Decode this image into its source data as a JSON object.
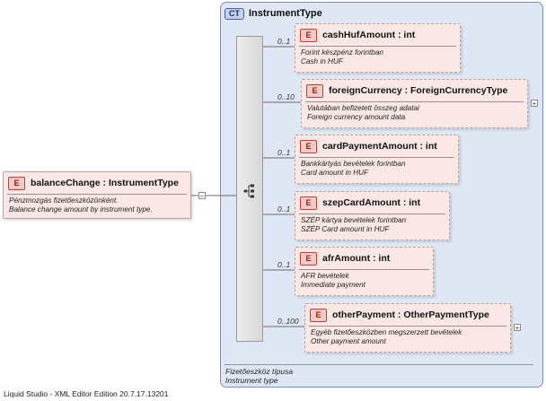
{
  "root_element": {
    "badge": "E",
    "name": "balanceChange : InstrumentType",
    "doc": [
      "Pénzmozgás fizetőeszközönként.",
      "Balance change amount by instrument type."
    ]
  },
  "complex_type": {
    "badge": "CT",
    "title": "InstrumentType",
    "doc": [
      "Fizetőeszköz típusa",
      "Instrument type"
    ]
  },
  "children": [
    {
      "badge": "E",
      "cardinality": "0..1",
      "name": "cashHufAmount : int",
      "doc": [
        "Forint készpénz forintban",
        "Cash in HUF"
      ],
      "expandable": false
    },
    {
      "badge": "E",
      "cardinality": "0..10",
      "name": "foreignCurrency : ForeignCurrencyType",
      "doc": [
        "Valutában befizetett összeg adatai",
        "Foreign currency amount data"
      ],
      "expandable": true
    },
    {
      "badge": "E",
      "cardinality": "0..1",
      "name": "cardPaymentAmount : int",
      "doc": [
        "Bankkártyás bevételek forintban",
        "Card amount in HUF"
      ],
      "expandable": false
    },
    {
      "badge": "E",
      "cardinality": "0..1",
      "name": "szepCardAmount : int",
      "doc": [
        "SZÉP kártya bevételek forintban",
        "SZÉP Card amount in HUF"
      ],
      "expandable": false
    },
    {
      "badge": "E",
      "cardinality": "0..1",
      "name": "afrAmount : int",
      "doc": [
        "AFR bevételek",
        "Immediate payment"
      ],
      "expandable": false
    },
    {
      "badge": "E",
      "cardinality": "0..100",
      "name": "otherPayment : OtherPaymentType",
      "doc": [
        "Egyéb fizetőeszközben megszerzett bevételek",
        "Other payment amount"
      ],
      "expandable": true
    }
  ],
  "collapse_symbol": "−",
  "expand_symbol": "+",
  "footer": "Liquid Studio - XML Editor Edition 20.7.17.13201"
}
